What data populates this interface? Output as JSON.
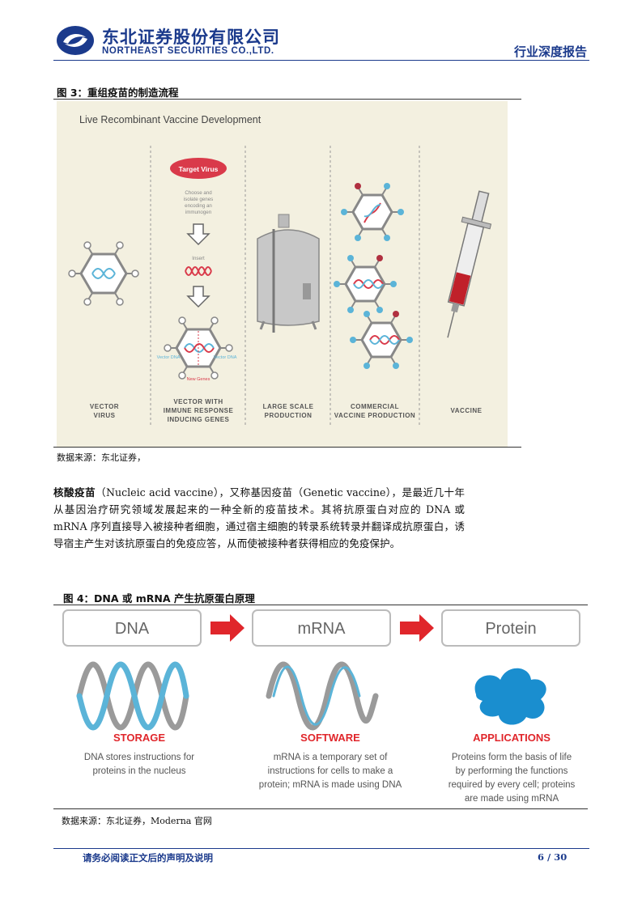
{
  "header": {
    "company_cn": "东北证券股份有限公司",
    "company_en": "NORTHEAST SECURITIES CO.,LTD.",
    "report_type": "行业深度报告",
    "brand_color": "#1b3a8c"
  },
  "figure3": {
    "caption": "图 3：重组疫苗的制造流程",
    "title": "Live Recombinant Vaccine Development",
    "target_virus": "Target Virus",
    "choose_text": [
      "Choose and",
      "isolate genes",
      "encoding an",
      "immunogen"
    ],
    "insert": "Insert",
    "vector_dna": "Vector DNA",
    "new_genes": "New Genes",
    "stages": [
      {
        "label_lines": [
          "VECTOR",
          "VIRUS"
        ]
      },
      {
        "label_lines": [
          "VECTOR WITH",
          "IMMUNE RESPONSE",
          "INDUCING GENES"
        ]
      },
      {
        "label_lines": [
          "LARGE SCALE",
          "PRODUCTION"
        ]
      },
      {
        "label_lines": [
          "COMMERCIAL",
          "VACCINE PRODUCTION"
        ]
      },
      {
        "label_lines": [
          "VACCINE"
        ]
      }
    ],
    "source": "数据来源：东北证券，"
  },
  "paragraph": {
    "term": "核酸疫苗",
    "text": "（Nucleic acid vaccine），又称基因疫苗（Genetic vaccine），是最近几十年从基因治疗研究领域发展起来的一种全新的疫苗技术。其将抗原蛋白对应的 DNA 或 mRNA 序列直接导入被接种者细胞，通过宿主细胞的转录系统转录并翻译成抗原蛋白，诱导宿主产生对该抗原蛋白的免疫应答，从而使被接种者获得相应的免疫保护。"
  },
  "figure4": {
    "caption": "图 4：DNA 或 mRNA 产生抗原蛋白原理",
    "columns": [
      {
        "box": "DNA",
        "heading": "STORAGE",
        "desc": [
          "DNA stores instructions for",
          "proteins in the nucleus"
        ]
      },
      {
        "box": "mRNA",
        "heading": "SOFTWARE",
        "desc": [
          "mRNA is a temporary set of",
          "instructions for cells to make a",
          "protein; mRNA is made using DNA"
        ]
      },
      {
        "box": "Protein",
        "heading": "APPLICATIONS",
        "desc": [
          "Proteins form the basis of life",
          "by performing the functions",
          "required by every cell; proteins",
          "are made using mRNA"
        ]
      }
    ],
    "heading_color": "#e0262b",
    "source": "数据来源：东北证券，Moderna 官网"
  },
  "footer": {
    "note": "请务必阅读正文后的声明及说明",
    "page": "6 / 30"
  }
}
